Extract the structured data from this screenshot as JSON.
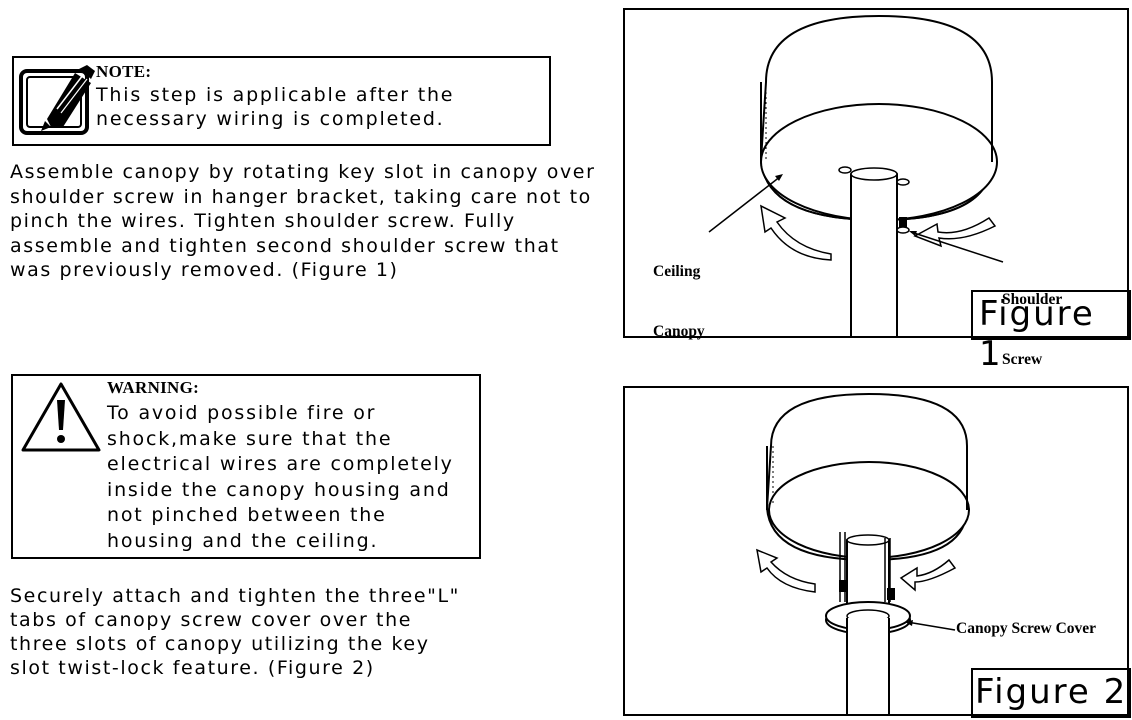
{
  "note": {
    "heading": "NOTE:",
    "lines": [
      "This step is applicable after the",
      "necessary wiring is completed."
    ],
    "icon": "pencil-note-icon"
  },
  "step1": {
    "lines": [
      "Assemble canopy by rotating key slot in canopy over",
      "shoulder screw in hanger bracket, taking care not to",
      "pinch the wires. Tighten shoulder screw. Fully",
      "assemble and tighten second shoulder screw that",
      "was previously removed. (Figure 1)"
    ]
  },
  "warning": {
    "heading": "WARNING:",
    "lines": [
      "To avoid possible fire or",
      "shock,make sure that the",
      "electrical wires are completely",
      "inside the canopy housing and",
      "not pinched between the",
      "housing and the ceiling."
    ],
    "icon": "warning-triangle-icon"
  },
  "step2": {
    "lines": [
      "Securely attach and tighten the three\"L\"",
      "tabs of canopy screw cover over the",
      "three slots of canopy utilizing the key",
      "slot twist-lock feature. (Figure 2)"
    ]
  },
  "figure1": {
    "label": "Figure 1",
    "callout_canopy": [
      "Ceiling",
      "Canopy"
    ],
    "callout_screw": [
      "Shoulder",
      "Screw"
    ]
  },
  "figure2": {
    "label": "Figure 2",
    "callout_cover": "Canopy Screw Cover"
  }
}
